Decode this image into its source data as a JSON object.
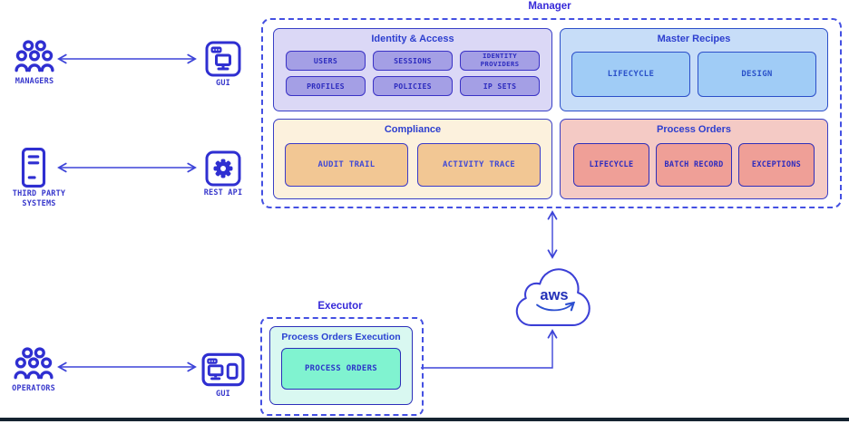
{
  "palette": {
    "line_blue": "#3d44d8",
    "icon_blue": "#2f2fd1",
    "dashed_border": "#4450e2",
    "container_title": "#3629d9",
    "section_title": "#2c3ecf",
    "identity_bg": "#dbd8f6",
    "identity_button_bg": "#a49fe5",
    "master_bg": "#c7ddf8",
    "master_button_bg": "#a0ccf6",
    "compliance_bg": "#fcf1dd",
    "compliance_button_bg": "#f2c794",
    "process_orders_bg": "#f4cac5",
    "process_orders_button_bg": "#ef9f97",
    "executor_bg": "#d9f8f1",
    "executor_button_bg": "#80f3d0",
    "bottom_bar": "#152330"
  },
  "actors": {
    "managers": {
      "label": "MANAGERS",
      "icon": "people-group-icon"
    },
    "third_party": {
      "label": "THIRD PARTY SYSTEMS",
      "icon": "server-icon"
    },
    "operators": {
      "label": "OPERATORS",
      "icon": "people-group-icon"
    }
  },
  "interfaces": {
    "gui_top": {
      "label": "GUI",
      "icon": "window-monitor-icon"
    },
    "rest_api": {
      "label": "REST API",
      "icon": "gear-icon"
    },
    "gui_bottom": {
      "label": "GUI",
      "icon": "window-monitor-phone-icon"
    }
  },
  "manager": {
    "title": "Manager",
    "sections": [
      {
        "title": "Identity & Access",
        "buttons": [
          "USERS",
          "SESSIONS",
          "IDENTITY PROVIDERS",
          "PROFILES",
          "POLICIES",
          "IP SETS"
        ]
      },
      {
        "title": "Master Recipes",
        "buttons": [
          "LIFECYCLE",
          "DESIGN"
        ]
      },
      {
        "title": "Compliance",
        "buttons": [
          "AUDIT TRAIL",
          "ACTIVITY TRACE"
        ]
      },
      {
        "title": "Process Orders",
        "buttons": [
          "LIFECYCLE",
          "BATCH RECORD",
          "EXCEPTIONS"
        ]
      }
    ]
  },
  "executor": {
    "title": "Executor",
    "panel_title": "Process Orders Execution",
    "buttons": [
      "PROCESS ORDERS"
    ]
  },
  "cloud": {
    "label": "aws"
  }
}
